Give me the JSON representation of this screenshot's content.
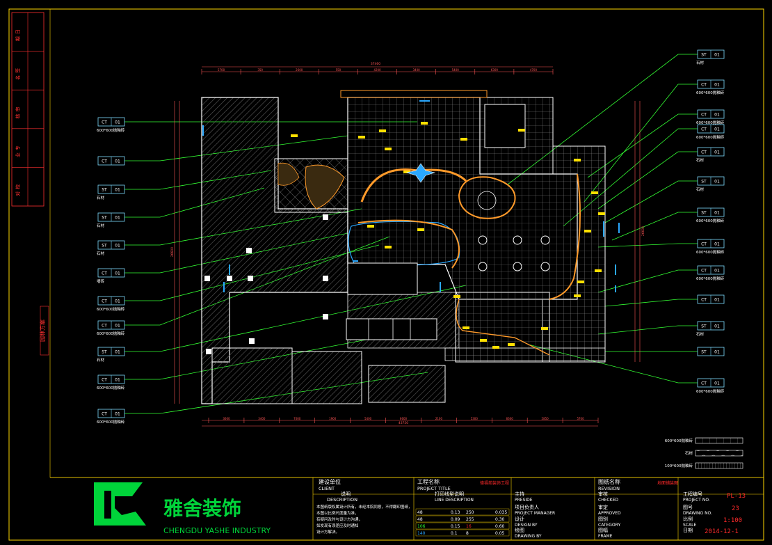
{
  "side_strip": {
    "cells": [
      "日",
      "期",
      "签",
      "名",
      "审",
      "核",
      "专",
      "业",
      "校",
      "对"
    ],
    "bottom_label": "园林方案"
  },
  "material_tags": [
    {
      "side": "left",
      "code": "CT",
      "num": "01",
      "caption": "600*600抛釉砖"
    },
    {
      "side": "left",
      "code": "CT",
      "num": "01",
      "caption": ""
    },
    {
      "side": "left",
      "code": "ST",
      "num": "01",
      "caption": "石材"
    },
    {
      "side": "left",
      "code": "ST",
      "num": "01",
      "caption": "石材"
    },
    {
      "side": "left",
      "code": "ST",
      "num": "01",
      "caption": "石材"
    },
    {
      "side": "left",
      "code": "CT",
      "num": "01",
      "caption": "墙砖"
    },
    {
      "side": "left",
      "code": "CT",
      "num": "01",
      "caption": "600*600抛釉砖"
    },
    {
      "side": "left",
      "code": "CT",
      "num": "01",
      "caption": "600*600抛釉砖"
    },
    {
      "side": "left",
      "code": "ST",
      "num": "01",
      "caption": "石材"
    },
    {
      "side": "left",
      "code": "CT",
      "num": "01",
      "caption": "600*600抛釉砖"
    },
    {
      "side": "left",
      "code": "CT",
      "num": "01",
      "caption": "600*600抛釉砖"
    },
    {
      "side": "right",
      "code": "ST",
      "num": "01",
      "caption": "石材"
    },
    {
      "side": "right",
      "code": "CT",
      "num": "01",
      "caption": "600*600抛釉砖"
    },
    {
      "side": "right",
      "code": "CT",
      "num": "01",
      "caption": "600*600抛釉砖"
    },
    {
      "side": "right",
      "code": "CT",
      "num": "01",
      "caption": "600*600抛釉砖"
    },
    {
      "side": "right",
      "code": "CT",
      "num": "01",
      "caption": "石材"
    },
    {
      "side": "right",
      "code": "ST",
      "num": "01",
      "caption": "石材"
    },
    {
      "side": "right",
      "code": "ST",
      "num": "01",
      "caption": "600*600抛釉砖"
    },
    {
      "side": "right",
      "code": "CT",
      "num": "01",
      "caption": "600*600抛釉砖"
    },
    {
      "side": "right",
      "code": "CT",
      "num": "01",
      "caption": "600*600抛釉砖"
    },
    {
      "side": "right",
      "code": "CT",
      "num": "01",
      "caption": ""
    },
    {
      "side": "right",
      "code": "ST",
      "num": "01",
      "caption": "石材"
    },
    {
      "side": "right",
      "code": "ST",
      "num": "01",
      "caption": ""
    },
    {
      "side": "right",
      "code": "CT",
      "num": "01",
      "caption": "600*600抛釉砖"
    }
  ],
  "dimensions": {
    "top_total": "37460",
    "top_segments": [
      "5700",
      "350",
      "2600",
      "550",
      "4200",
      "3400",
      "5400",
      "6300",
      "4700"
    ],
    "bottom_total": "43750",
    "bottom_segments": [
      "3600",
      "3400",
      "7000",
      "1900",
      "5400",
      "6600",
      "2100",
      "5300",
      "6600",
      "5850",
      "5700"
    ],
    "left_total": "26600",
    "right_total": "26600"
  },
  "legend": [
    {
      "label": "600*600抛釉砖",
      "pattern": "grid"
    },
    {
      "label": "石材",
      "pattern": "stone"
    },
    {
      "label": "100*600抛釉砖",
      "pattern": "lines"
    }
  ],
  "title_block": {
    "logo_text": "雅舍装饰",
    "logo_sub": "CHENGDU YASHE INDUSTRY",
    "client_cn": "建设单位",
    "client_en": "CLIENT",
    "desc_cn": "说明",
    "desc_en": "DESCRIPTION",
    "desc_notes": [
      "本图纸版权属设计所有，未经本院同意，不得翻印图纸，",
      "本图以比例尺度量为准，",
      "有疑问及时与设计方沟通，",
      "如发现有误差应及时通知",
      "设计方解决。"
    ],
    "project_cn": "工程名称",
    "project_en": "PROJECT TITLE",
    "project_value": "德福苑装饰工程",
    "line_cn": "打印线型说明",
    "line_en": "LINE DESCRIPTION",
    "line_rows": [
      {
        "a": "48",
        "b": "0.13",
        "c": "250",
        "d": "0.035"
      },
      {
        "a": "48",
        "b": "0.09",
        "c": "255",
        "d": "0.30"
      },
      {
        "a": "106",
        "b": "0.15",
        "c": "16",
        "d": "0.60"
      },
      {
        "a": "140",
        "b": "0.1",
        "c": "8",
        "d": "0.05"
      }
    ],
    "preside_cn": "主持",
    "preside_en": "PRESIDE",
    "manager_cn": "项目负责人",
    "manager_en": "PROJECT MANAGER",
    "design_cn": "设计",
    "design_en": "DESIGN BY",
    "drawing_cn": "绘图",
    "drawing_en": "DRAWING BY",
    "drawing_name_cn": "图纸名称",
    "drawing_name_en": "REVISION",
    "drawing_name_value": "地面铺装图",
    "checked_cn": "审核",
    "checked_en": "CHECKED",
    "approved_cn": "审定",
    "approved_en": "APPROVED",
    "category_cn": "图别",
    "category_en": "CATEGORY",
    "frame_cn": "图幅",
    "frame_en": "FRAME",
    "project_no_cn": "工程编号",
    "project_no_en": "PROJECT NO.",
    "project_no_value": "PL-13",
    "drawing_no_cn": "图号",
    "drawing_no_en": "DRAWING NO.",
    "drawing_no_value": "23",
    "scale_cn": "比例",
    "scale_en": "SCALE",
    "scale_value": "1:100",
    "date_cn": "日期",
    "date_value": "2014-12-1"
  },
  "colors": {
    "frame": "#ffd700",
    "wall": "#ffffff",
    "leader": "#33ff33",
    "tag": "#7fdcff",
    "dim": "#ff5555",
    "hatch": "#6a6a6a",
    "tile": "#9a9a9a",
    "accent_blue": "#2aa8ff",
    "accent_orange": "#ff9a2a",
    "logo": "#00d43a",
    "title_red": "#ff2a2a",
    "label_yellow": "#ffe000"
  }
}
